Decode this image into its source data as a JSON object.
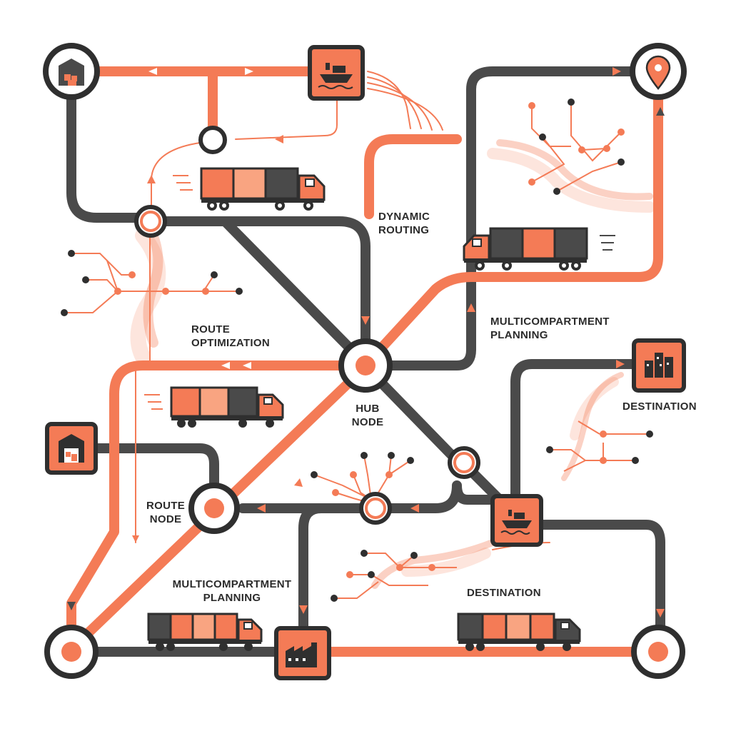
{
  "labels": {
    "dynamic_routing": [
      "DYNAMIC",
      "ROUTING"
    ],
    "route_optimization": [
      "ROUTE",
      "OPTIMIZATION"
    ],
    "multicompartment_top": [
      "MULTICOMPARTMENT",
      "PLANNING"
    ],
    "destination_right": "DESTINATION",
    "hub_node": [
      "HUB",
      "NODE"
    ],
    "route_node": [
      "ROUTE",
      "NODE"
    ],
    "multicompartment_bottom": [
      "MULTICOMPARTMENT",
      "PLANNING"
    ],
    "destination_bottom": "DESTINATION"
  },
  "colors": {
    "orange": "#f47b56",
    "dark": "#4a4a4a",
    "outline": "#2f2f2f",
    "light_orange": "#f9b39a",
    "background": "#ffffff"
  },
  "icons": [
    "warehouse-icon",
    "ship-icon",
    "map-pin-icon",
    "building-icon",
    "factory-icon",
    "truck-icon"
  ]
}
